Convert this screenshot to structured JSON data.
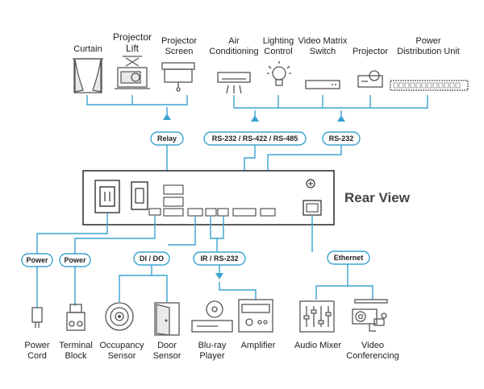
{
  "device": {
    "view_label": "Rear View"
  },
  "top_devices": {
    "curtain": "Curtain",
    "projector_lift": [
      "Projector",
      "Lift"
    ],
    "projector_screen": [
      "Projector",
      "Screen"
    ],
    "air_conditioning": [
      "Air",
      "Conditioning"
    ],
    "lighting_control": [
      "Lighting",
      "Control"
    ],
    "video_matrix_switch": [
      "Video Matrix",
      "Switch"
    ],
    "projector": "Projector",
    "power_distribution_unit": [
      "Power",
      "Distribution Unit"
    ]
  },
  "connection_labels": {
    "relay": "Relay",
    "serial_multi": "RS-232 / RS-422 / RS-485",
    "serial_232": "RS-232",
    "power_left": "Power",
    "power_right": "Power",
    "di_do": "DI / DO",
    "ir_rs232": "IR / RS-232",
    "ethernet": "Ethernet"
  },
  "bottom_devices": {
    "power_cord": [
      "Power",
      "Cord"
    ],
    "terminal_block": [
      "Terminal",
      "Block"
    ],
    "occupancy_sensor": [
      "Occupancy",
      "Sensor"
    ],
    "door_sensor": [
      "Door",
      "Sensor"
    ],
    "bluray_player": [
      "Blu-ray",
      "Player"
    ],
    "amplifier": "Amplifier",
    "audio_mixer": "Audio Mixer",
    "video_conferencing": [
      "Video",
      "Conferencing"
    ]
  }
}
